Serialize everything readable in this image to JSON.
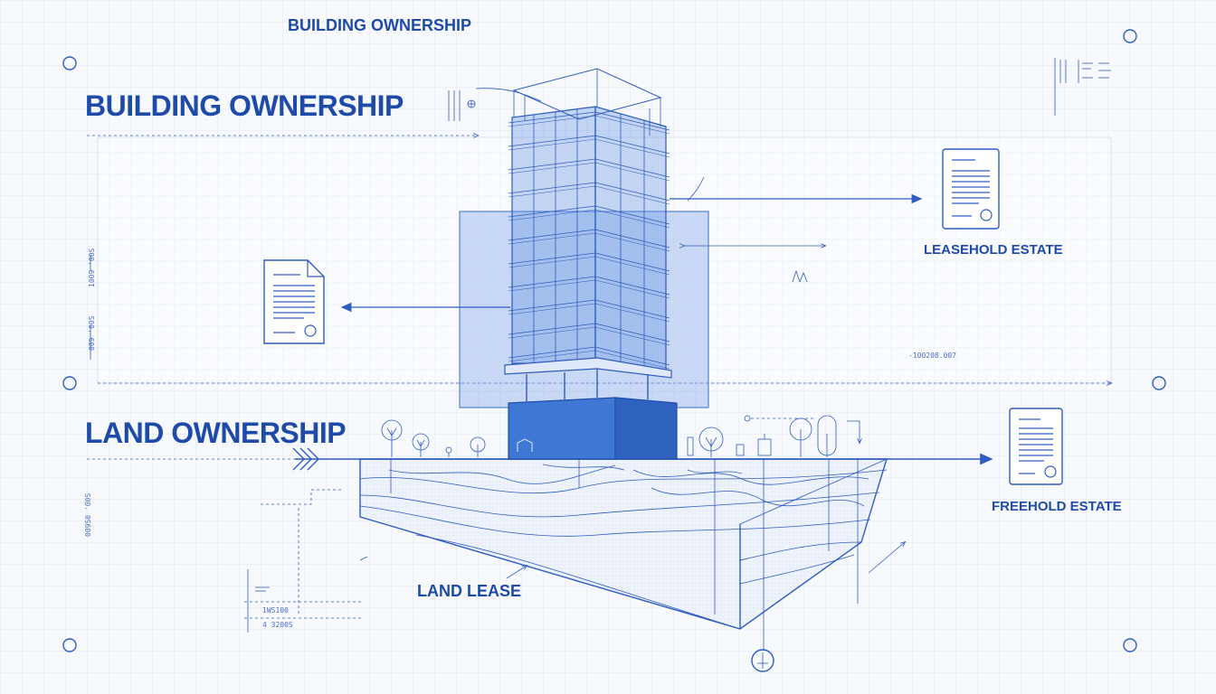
{
  "labels": {
    "top_title": "BUILDING OWNERSHIP",
    "building_ownership": "BUILDING OWNERSHIP",
    "land_ownership": "LAND OWNERSHIP",
    "leasehold_estate": "LEASEHOLD ESTATE",
    "freehold_estate": "FREEHOLD ESTATE",
    "land_lease": "LAND LEASE"
  },
  "annotations": {
    "left_upper": "1009 '00S",
    "left_mid": "009 '00S",
    "left_lower": "009S0 '00S",
    "mid_right": "-100208.007",
    "bottom_left_1": "1WS100",
    "bottom_left_2": "4 3200S"
  },
  "colors": {
    "line": "#2e5cc0",
    "fill": "#3f78d4",
    "text": "#1e4aa8",
    "background": "#f7f9fd"
  },
  "icons": [
    "document-icon",
    "compass-icon",
    "tree-icon",
    "arrow-right-icon",
    "arrow-left-icon"
  ]
}
